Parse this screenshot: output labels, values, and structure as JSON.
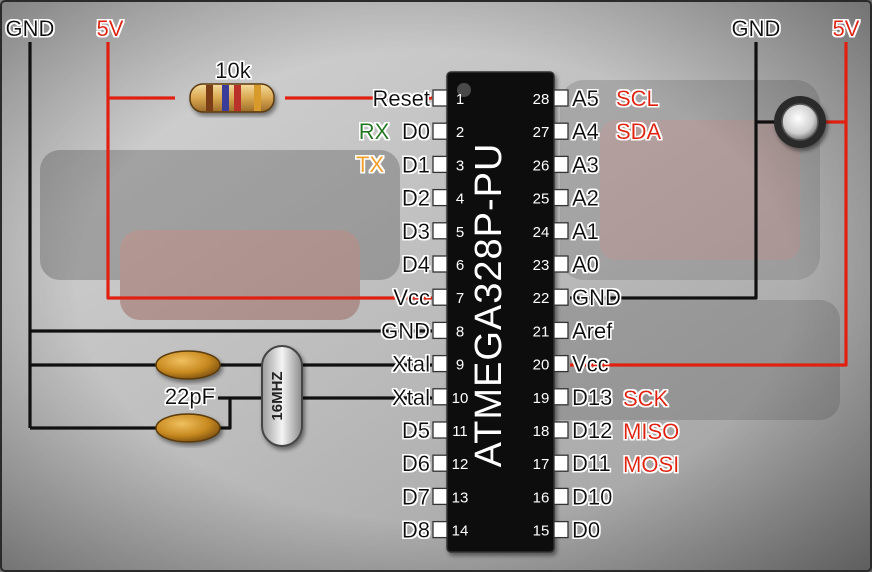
{
  "supply": {
    "left_gnd": "GND",
    "left_5v": "5V",
    "right_gnd": "GND",
    "right_5v": "5V"
  },
  "components": {
    "resistor_value": "10k",
    "capacitor_value": "22pF",
    "crystal_value": "16MHZ"
  },
  "chip": {
    "name": "ATMEGA328P-PU",
    "left_pins": [
      {
        "num": "1",
        "label": "Reset"
      },
      {
        "num": "2",
        "label": "D0"
      },
      {
        "num": "3",
        "label": "D1"
      },
      {
        "num": "4",
        "label": "D2"
      },
      {
        "num": "5",
        "label": "D3"
      },
      {
        "num": "6",
        "label": "D4"
      },
      {
        "num": "7",
        "label": "Vcc"
      },
      {
        "num": "8",
        "label": "GND"
      },
      {
        "num": "9",
        "label": "Xtal"
      },
      {
        "num": "10",
        "label": "Xtal"
      },
      {
        "num": "11",
        "label": "D5"
      },
      {
        "num": "12",
        "label": "D6"
      },
      {
        "num": "13",
        "label": "D7"
      },
      {
        "num": "14",
        "label": "D8"
      }
    ],
    "right_pins": [
      {
        "num": "28",
        "label": "A5"
      },
      {
        "num": "27",
        "label": "A4"
      },
      {
        "num": "26",
        "label": "A3"
      },
      {
        "num": "25",
        "label": "A2"
      },
      {
        "num": "24",
        "label": "A1"
      },
      {
        "num": "23",
        "label": "A0"
      },
      {
        "num": "22",
        "label": "GND"
      },
      {
        "num": "21",
        "label": "Aref"
      },
      {
        "num": "20",
        "label": "Vcc"
      },
      {
        "num": "19",
        "label": "D13"
      },
      {
        "num": "18",
        "label": "D12"
      },
      {
        "num": "17",
        "label": "D11"
      },
      {
        "num": "16",
        "label": "D10"
      },
      {
        "num": "15",
        "label": "D0"
      }
    ]
  },
  "annotations": {
    "rx": "RX",
    "tx": "TX",
    "scl": "SCL",
    "sda": "SDA",
    "sck": "SCK",
    "miso": "MISO",
    "mosi": "MOSI"
  },
  "colors": {
    "power": "#e02010",
    "ground": "#101010",
    "rx": "#1a7a1a",
    "tx": "#f0a020",
    "bus": "#e02010"
  }
}
